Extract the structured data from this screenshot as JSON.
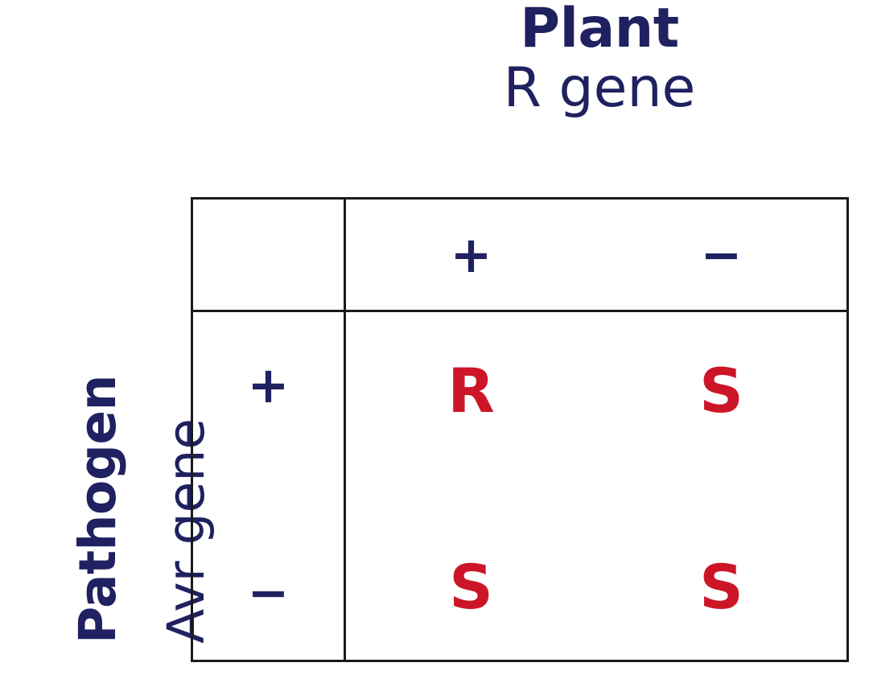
{
  "figure": {
    "type": "gene-for-gene interaction matrix",
    "background_color": "#ffffff",
    "border_color": "#1a1a1a"
  },
  "colors": {
    "navy": "#1f2160",
    "crimson": "#cc1628",
    "border": "#1a1a1a"
  },
  "column_heading": {
    "line_1": "Plant",
    "line_2": "R gene"
  },
  "row_heading": {
    "line_1": "Pathogen",
    "line_2": "Avr gene"
  },
  "matrix": {
    "corner_label": "",
    "column_headers": [
      "+",
      "−"
    ],
    "row_headers": [
      "+",
      "−"
    ],
    "cells": [
      [
        "R",
        "S"
      ],
      [
        "S",
        "S"
      ]
    ]
  },
  "legend": {
    "R_meaning": "R",
    "S_meaning": "S"
  }
}
